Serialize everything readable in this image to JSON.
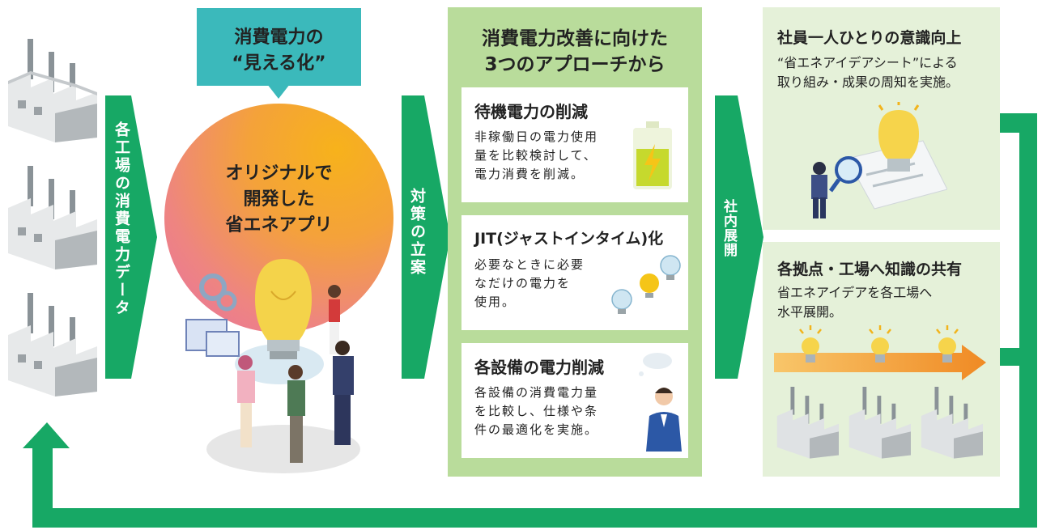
{
  "factory_data_label": "各工場の消費電力データ",
  "callout": {
    "line1": "消費電力の",
    "line2": "“見える化”"
  },
  "app": {
    "line1": "オリジナルで",
    "line2": "開発した",
    "line3": "省エネアプリ"
  },
  "plan_label": "対策の立案",
  "approach": {
    "title_line1": "消費電力改善に向けた",
    "title_line2": "3つのアプローチから",
    "items": [
      {
        "title": "待機電力の削減",
        "body": "非稼働日の電力使用\n量を比較検討して、\n電力消費を削減。"
      },
      {
        "title": "JIT(ジャストインタイム)化",
        "body": "必要なときに必要\nなだけの電力を\n使用。"
      },
      {
        "title": "各設備の電力削減",
        "body": "各設備の消費電力量\nを比較し、仕様や条\n件の最適化を実施。"
      }
    ]
  },
  "deploy_label": "社内展開",
  "results": [
    {
      "title": "社員一人ひとりの意識向上",
      "body": "“省エネアイデアシート”による\n取り組み・成果の周知を実施。"
    },
    {
      "title": "各拠点・工場へ知識の共有",
      "body": "省エネアイデアを各工場へ\n水平展開。"
    }
  ],
  "colors": {
    "green": "#17a865",
    "teal": "#3bb9bb",
    "light_green": "#b9dc9b",
    "pale_green": "#e5f1d9",
    "orange": "#f08a24"
  }
}
